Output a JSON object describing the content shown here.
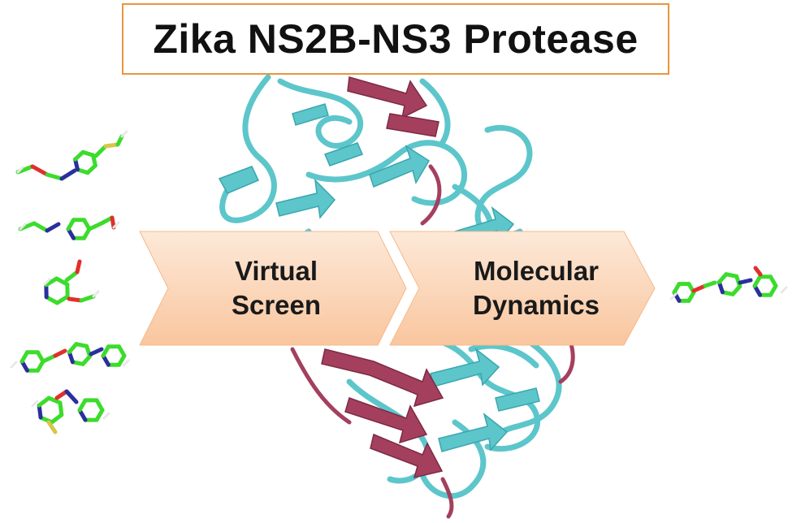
{
  "title": "Zika NS2B-NS3 Protease",
  "steps": [
    {
      "line1": "Virtual",
      "line2": "Screen"
    },
    {
      "line1": "Molecular",
      "line2": "Dynamics"
    }
  ],
  "colors": {
    "title_border": "#e8963c",
    "arrow_fill_light": "#fde9d9",
    "arrow_fill_dark": "#f9c69e",
    "protein_cyan": "#5cc6cb",
    "protein_maroon": "#a4405e",
    "carbon": "#3cdc2c",
    "nitrogen": "#2b2f9c",
    "oxygen": "#e0302c",
    "hydrogen": "#e8e8e8",
    "sulfur": "#d6c64a"
  },
  "icons": [
    "protein-ribbon-illustration",
    "ligand-molecule-icon"
  ]
}
